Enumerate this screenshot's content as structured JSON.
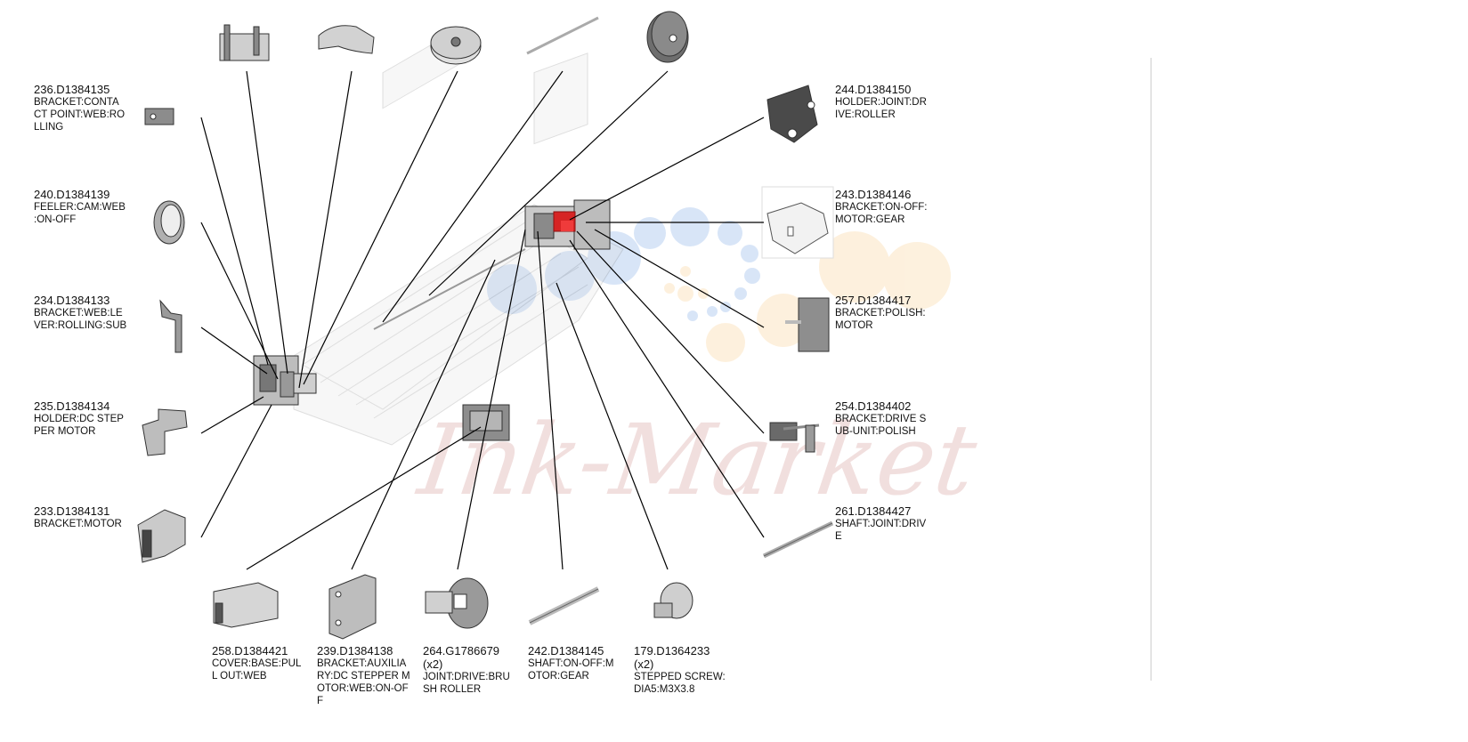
{
  "watermark": {
    "text": "Ink-Market",
    "color": "#b5514f"
  },
  "accent": {
    "highlight_part_color": "#d62424",
    "leader_color": "#000000"
  },
  "parts": [
    {
      "id": "p236",
      "code": "236.D1384135",
      "qty": "",
      "desc": "BRACKET:CONTA\nCT POINT:WEB:RO\nLLING"
    },
    {
      "id": "p240",
      "code": "240.D1384139",
      "qty": "",
      "desc": "FEELER:CAM:WEB\n:ON-OFF"
    },
    {
      "id": "p234",
      "code": "234.D1384133",
      "qty": "",
      "desc": "BRACKET:WEB:LE\nVER:ROLLING:SUB"
    },
    {
      "id": "p235",
      "code": "235.D1384134",
      "qty": "",
      "desc": "HOLDER:DC STEP\nPER MOTOR"
    },
    {
      "id": "p233",
      "code": "233.D1384131",
      "qty": "",
      "desc": "BRACKET:MOTOR"
    },
    {
      "id": "p244",
      "code": "244.D1384150",
      "qty": "",
      "desc": "HOLDER:JOINT:DR\nIVE:ROLLER"
    },
    {
      "id": "p243",
      "code": "243.D1384146",
      "qty": "",
      "desc": "BRACKET:ON-OFF:\nMOTOR:GEAR"
    },
    {
      "id": "p257",
      "code": "257.D1384417",
      "qty": "",
      "desc": "BRACKET:POLISH:\nMOTOR"
    },
    {
      "id": "p254",
      "code": "254.D1384402",
      "qty": "",
      "desc": "BRACKET:DRIVE S\nUB-UNIT:POLISH"
    },
    {
      "id": "p261",
      "code": "261.D1384427",
      "qty": "",
      "desc": "SHAFT:JOINT:DRIV\nE"
    },
    {
      "id": "p258",
      "code": "258.D1384421",
      "qty": "",
      "desc": "COVER:BASE:PUL\nL OUT:WEB"
    },
    {
      "id": "p239",
      "code": "239.D1384138",
      "qty": "",
      "desc": "BRACKET:AUXILIA\nRY:DC STEPPER M\nOTOR:WEB:ON-OF\nF"
    },
    {
      "id": "p264",
      "code": "264.G1786679",
      "qty": "(x2)",
      "desc": "JOINT:DRIVE:BRU\nSH ROLLER"
    },
    {
      "id": "p242",
      "code": "242.D1384145",
      "qty": "",
      "desc": "SHAFT:ON-OFF:M\nOTOR:GEAR"
    },
    {
      "id": "p179",
      "code": "179.D1364233",
      "qty": "(x2)",
      "desc": "STEPPED SCREW:\nDIA5:M3X3.8"
    }
  ]
}
